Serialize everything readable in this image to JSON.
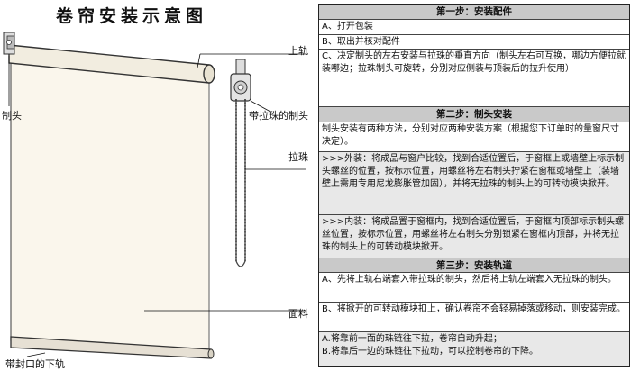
{
  "diagram": {
    "title": "卷帘安装示意图",
    "labels": {
      "top_rail": "上轨",
      "bracket": "制头",
      "bracket_with_chain": "带拉珠的制头",
      "chain": "拉珠",
      "fabric": "面料",
      "bottom_rail": "带封口的下轨"
    }
  },
  "steps": [
    {
      "header": "第一步：安装配件",
      "items": [
        "A、打开包装",
        "B、取出并核对配件",
        "C、决定制头的左右安装与拉珠的垂直方向（制头左右可互换，哪边方便拉就装哪边；拉珠制头可旋转，分别对应侧装与顶装后的拉升使用）"
      ]
    },
    {
      "header": "第二步：制头安装",
      "items": [
        "制头安装有两种方法，分别对应两种安装方案（根据您下订单时的量窗尺寸决定）。",
        ">>>外装：将成品与窗户比较，找到合适位置后，于窗框上或墙壁上标示制头螺丝的位置，按标示位置，用螺丝将左右制头拧紧在窗框或墙壁上（装墙壁上需用专用尼龙膨胀管加固），并将无拉珠的制头上的可转动模块掀开。",
        ">>>内装：将成品置于窗框内，找到合适位置后，于窗框内顶部标示制头螺丝位置，按标示位置，用螺丝将左右制头分别锁紧在窗框内顶部，并将无拉珠的制头上的可转动模块掀开。"
      ]
    },
    {
      "header": "第三步：安装轨道",
      "items": [
        "A、先将上轨右端套入带拉珠的制头，然后将上轨左端套入无拉珠的制头。",
        "B、将掀开的可转动模块扣上，确认卷帘不会轻易掉落或移动，则安装完成。",
        "A.将靠前一面的珠链往下拉，卷帘自动升起；\nB.将靠后一边的珠链往下拉动，可以控制卷帘的下降。"
      ]
    }
  ]
}
